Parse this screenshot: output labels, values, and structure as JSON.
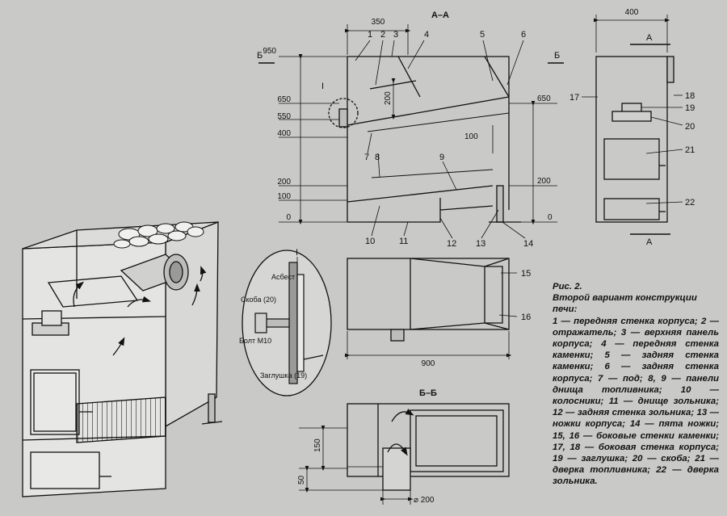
{
  "caption": {
    "title": "Рис. 2.",
    "subtitle": "Второй вариант конструкции печи:",
    "body": "1 — передняя стенка корпуса; 2 — отражатель; 3 — верхняя панель корпуса; 4 — передняя стенка каменки; 5 — задняя стенка каменки; 6 — задняя стенка корпуса; 7 — под; 8, 9 — панели днища топливника; 10 — колосники; 11 — днище зольника; 12 — задняя стенка зольника; 13 — ножки корпуса; 14 — пята ножки; 15, 16 — боковые стенки каменки; 17, 18 — боковая стенка корпуса; 19 — заглушка; 20 — скоба; 21 — дверка топливника; 22 — дверка зольника."
  },
  "section_aa": {
    "title": "А–А",
    "width": "350",
    "left_levels": [
      "950",
      "650",
      "550",
      "400",
      "200",
      "100",
      "0"
    ],
    "right_levels": [
      "650",
      "200",
      "0"
    ],
    "inner_dims": [
      "200",
      "100"
    ],
    "cut_mark": "Б",
    "parts_top": [
      "1",
      "2",
      "3",
      "4",
      "5",
      "6"
    ],
    "parts_mid": [
      "7",
      "8",
      "9"
    ],
    "parts_bottom": [
      "10",
      "11",
      "12",
      "13",
      "14"
    ],
    "detail_mark": "I"
  },
  "side_view": {
    "width": "400",
    "cut_mark": "А",
    "parts": [
      "17",
      "18",
      "19",
      "20",
      "21",
      "22"
    ]
  },
  "plan_view": {
    "length": "900",
    "parts": [
      "15",
      "16"
    ]
  },
  "section_bb": {
    "title": "Б–Б",
    "dims": [
      "150",
      "50"
    ],
    "diameter": "⌀ 200"
  },
  "detail_i": {
    "mark": "I",
    "labels": [
      "Асбест",
      "Скоба (20)",
      "Болт М10",
      "Заглушка (19)"
    ]
  }
}
